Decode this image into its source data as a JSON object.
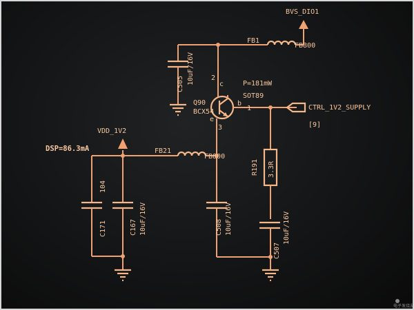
{
  "nets": {
    "bvs_dio1": "BVS_DIO1",
    "vdd_1v2": "VDD_1V2",
    "ctrl_supply": "CTRL_1V2_SUPPLY",
    "ctrl_ref": "[9]",
    "dsp_current": "DSP=86.3mA"
  },
  "components": {
    "fb1": {
      "left": "FB1",
      "right": "FB800"
    },
    "fb21": {
      "left": "FB21",
      "right": "FB800"
    },
    "c505": {
      "name": "C505",
      "value": "10uF/16V"
    },
    "q90": {
      "ref": "Q90",
      "part": "BCX54",
      "package": "SOT89",
      "power": "P=181mW",
      "pin_c": "c",
      "pin_b": "b",
      "pin_e": "e",
      "pin1": "1",
      "pin2": "2",
      "pin3": "3"
    },
    "r191": {
      "name": "R191",
      "value": "3.3R"
    },
    "c171": {
      "name": "C171",
      "value": "104"
    },
    "c167": {
      "name": "C167",
      "value": "10uF/16V"
    },
    "c508": {
      "name": "C508",
      "value": "10uF/16V"
    },
    "c507": {
      "name": "C507",
      "value": "10uF/16V"
    }
  },
  "watermark": "电子发烧友",
  "colors": {
    "trace": "#f0a272",
    "text": "#f7c7a0",
    "background": "#141516"
  }
}
